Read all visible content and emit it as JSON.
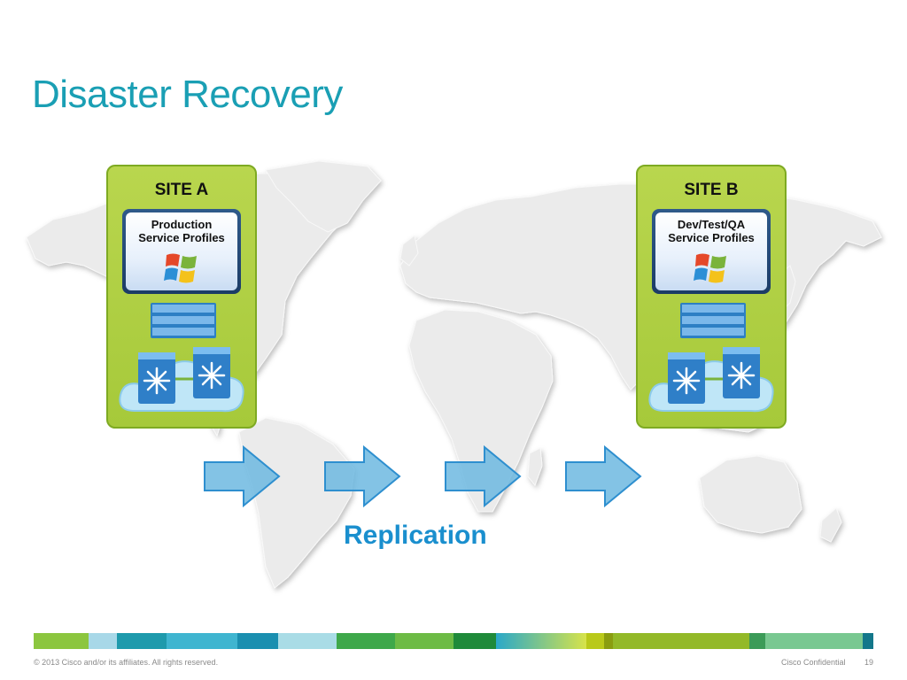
{
  "slide": {
    "title": "Disaster Recovery"
  },
  "site_a": {
    "label": "SITE  A",
    "profile_line1": "Production",
    "profile_line2": "Service Profiles"
  },
  "site_b": {
    "label": "SITE  B",
    "profile_line1": "Dev/Test/QA",
    "profile_line2": "Service Profiles"
  },
  "replication_label": "Replication",
  "footer": {
    "copyright": "© 2013 Cisco and/or its affiliates. All rights reserved.",
    "confidential": "Cisco Confidential",
    "page_number": "19"
  },
  "colors": {
    "title": "#1a9fb4",
    "site_panel": "#b3d24a",
    "arrow_fill": "#6db8e0",
    "arrow_stroke": "#2e8fcf",
    "replication": "#1a8fce"
  },
  "icons": [
    "windows-logo-icon",
    "blade-chassis-icon",
    "fabric-interconnect-icon",
    "cloud-icon",
    "arrow-right-icon"
  ]
}
